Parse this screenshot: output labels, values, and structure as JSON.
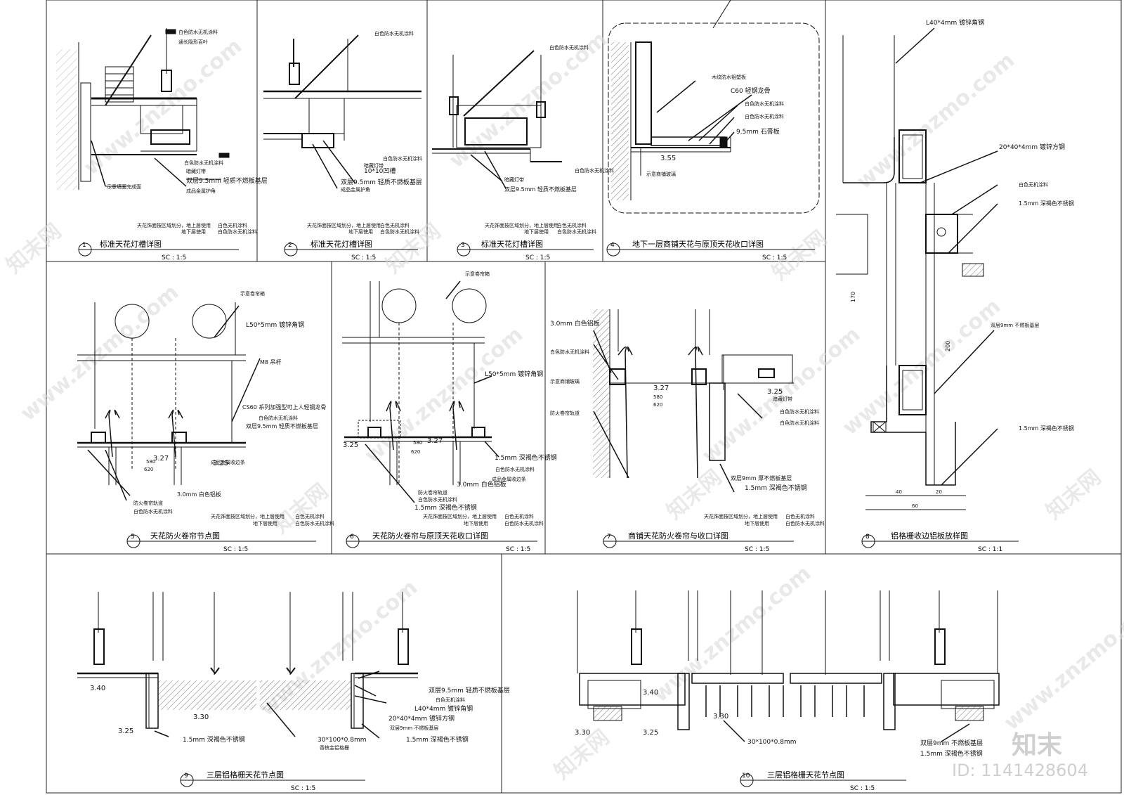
{
  "panels": [
    {
      "num": "1",
      "title": "标准天花灯槽详图",
      "scale": "SC :     1:5"
    },
    {
      "num": "2",
      "title": "标准天花灯槽详图",
      "scale": "SC :     1:5"
    },
    {
      "num": "3",
      "title": "标准天花灯槽详图",
      "scale": "SC :     1:5"
    },
    {
      "num": "4",
      "title": "地下一层商铺天花与原顶天花收口详图",
      "scale": "SC :     1:5"
    },
    {
      "num": "5",
      "title": "天花防火卷帘节点图",
      "scale": "SC :     1:5"
    },
    {
      "num": "6",
      "title": "天花防火卷帘与原顶天花收口详图",
      "scale": "SC :     1:5"
    },
    {
      "num": "7",
      "title": "商铺天花防火卷帘与收口详图",
      "scale": "SC :     1:5"
    },
    {
      "num": "8",
      "title": "铝格栅收边铝板放样图",
      "scale": "SC :     1:1"
    },
    {
      "num": "9",
      "title": "三层铝格栅天花节点图",
      "scale": "SC :     1:5"
    },
    {
      "num": "10",
      "title": "三层铝格栅天花节点图",
      "scale": "SC :     1:5"
    }
  ],
  "labels": {
    "p1": [
      "白色防水无机涂料",
      "通长隐形百叶",
      "暗藏灯带",
      "双层9.5mm 轻质不燃板基层",
      "成品金属护角",
      "示意墙面完成面",
      "白色防水无机涂料"
    ],
    "p2": [
      "白色防水无机涂料",
      "暗藏灯带",
      "10*10凹槽",
      "双层9.5mm 轻质不燃板基层",
      "成品金属护角",
      "白色防水无机涂料"
    ],
    "p3": [
      "白色防水无机涂料",
      "暗藏灯带",
      "双层9.5mm 轻质不燃板基层",
      "白色防水无机涂料"
    ],
    "p4": [
      "木纹防水铝塑板",
      "C60 轻钢龙骨",
      "白色防水无机涂料",
      "白色防水无机涂料",
      "9.5mm 石膏板",
      "示意商铺玻璃",
      "3.55"
    ],
    "p5": [
      "示意卷帘箱",
      "L50*5mm 镀锌角钢",
      "M8 吊杆",
      "CS60 系列加强型可上人轻钢龙骨",
      "白色防水无机涂料",
      "双层9.5mm 轻质不燃板基层",
      "防火卷帘轨道",
      "3.0mm 白色铝板",
      "白色防水无机涂料",
      "成品金属收边条",
      "3.27",
      "3.25",
      "580",
      "620"
    ],
    "p6": [
      "示意卷帘箱",
      "L50*5mm 镀锌角钢",
      "1.5mm 深褐色不锈钢",
      "白色防水无机涂料",
      "成品金属收边条",
      "3.0mm 白色铝板",
      "防火卷帘轨道",
      "白色防水无机涂料",
      "1.5mm 深褐色不锈钢",
      "3.27",
      "3.25",
      "580",
      "620"
    ],
    "p7": [
      "3.0mm 白色铝板",
      "白色防水无机涂料",
      "示意商铺玻璃",
      "防火卷帘轨道",
      "暗藏灯带",
      "白色防水无机涂料",
      "白色防水无机涂料",
      "双层9mm 厚不燃板基层",
      "1.5mm 深褐色不锈钢",
      "3.27",
      "3.25",
      "580",
      "620"
    ],
    "p8": [
      "L40*4mm 镀锌角钢",
      "20*40*4mm 镀锌方钢",
      "白色无机涂料",
      "1.5mm 深褐色不锈钢",
      "双层9mm 不燃板基层",
      "1.5mm 深褐色不锈钢",
      "170",
      "200",
      "40",
      "20",
      "60"
    ],
    "p9": [
      "双层9.5mm 轻质不燃板基层",
      "白色无机涂料",
      "L40*4mm 镀锌角钢",
      "20*40*4mm 镀锌方钢",
      "双层9mm 不燃板基层",
      "1.5mm 深褐色不锈钢",
      "1.5mm 深褐色不锈钢",
      "30*100*0.8mm",
      "香槟金铝格栅",
      "3.40",
      "3.30",
      "3.25"
    ],
    "p10": [
      "双层9mm 不燃板基层",
      "1.5mm 深褐色不锈钢",
      "30*100*0.8mm",
      "3.40",
      "3.30",
      "3.25",
      "3.30"
    ]
  },
  "notes": {
    "divide": "天花饰面按区域划分，地上层使用",
    "above": "白色无机涂料",
    "below_prefix": "地下层使用",
    "below": "白色防水无机涂料"
  },
  "watermarks": [
    "www.znzmo.com",
    "知末网"
  ],
  "brand": {
    "logo": "知末",
    "id": "ID: 1141428604"
  }
}
